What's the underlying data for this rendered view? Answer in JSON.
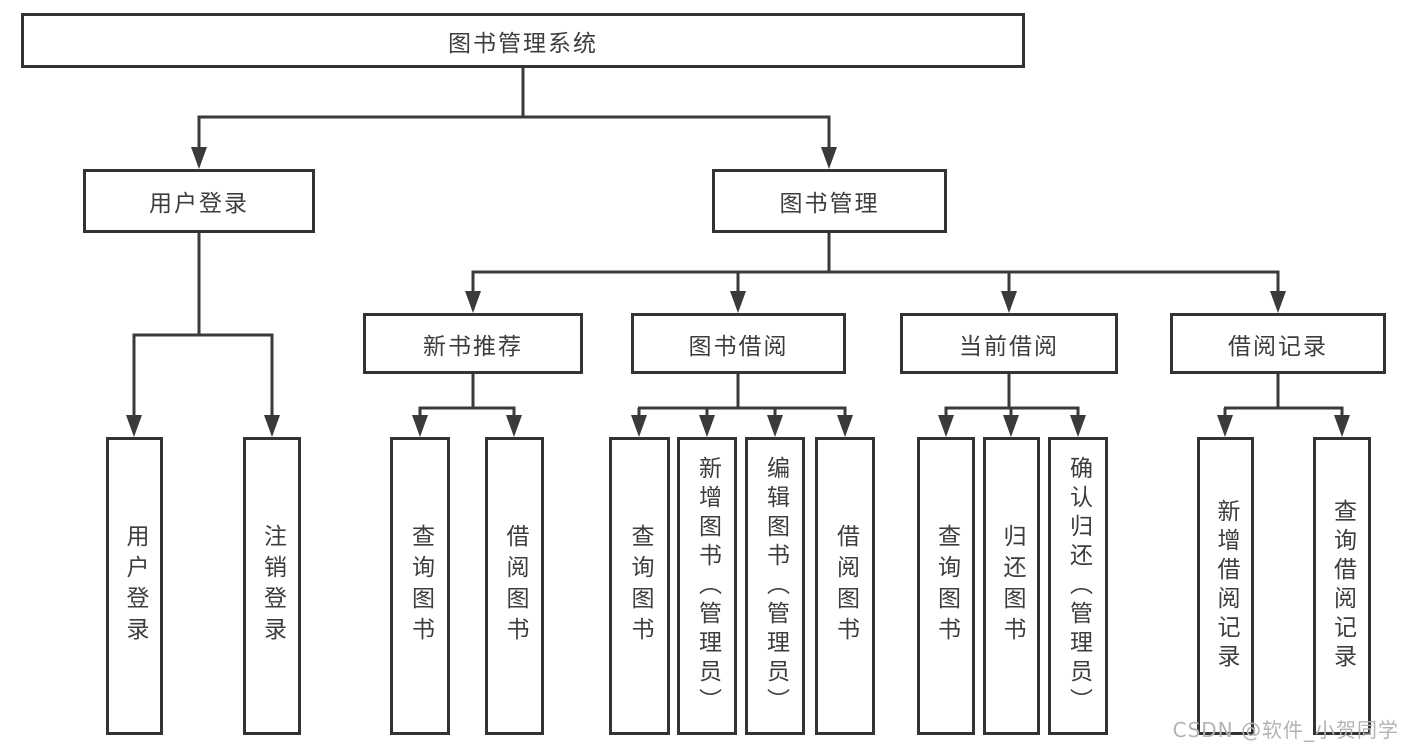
{
  "diagram": {
    "root": {
      "label": "图书管理系统"
    },
    "branches": [
      {
        "label": "用户登录",
        "leaves": [
          {
            "label": "用户登录"
          },
          {
            "label": "注销登录"
          }
        ]
      },
      {
        "label": "图书管理",
        "groups": [
          {
            "label": "新书推荐",
            "leaves": [
              {
                "label": "查询图书"
              },
              {
                "label": "借阅图书"
              }
            ]
          },
          {
            "label": "图书借阅",
            "leaves": [
              {
                "label": "查询图书"
              },
              {
                "label": "新增图书（管理员）"
              },
              {
                "label": "编辑图书（管理员）"
              },
              {
                "label": "借阅图书"
              }
            ]
          },
          {
            "label": "当前借阅",
            "leaves": [
              {
                "label": "查询图书"
              },
              {
                "label": "归还图书"
              },
              {
                "label": "确认归还（管理员）"
              }
            ]
          },
          {
            "label": "借阅记录",
            "leaves": [
              {
                "label": "新增借阅记录"
              },
              {
                "label": "查询借阅记录"
              }
            ]
          }
        ]
      }
    ]
  },
  "watermark": {
    "text": "CSDN @软件_小贺同学"
  },
  "colors": {
    "line": "#3a3a3a",
    "box_border": "#333333",
    "text": "#3d3d3d",
    "watermark": "#b3b3b3",
    "background": "#ffffff"
  }
}
